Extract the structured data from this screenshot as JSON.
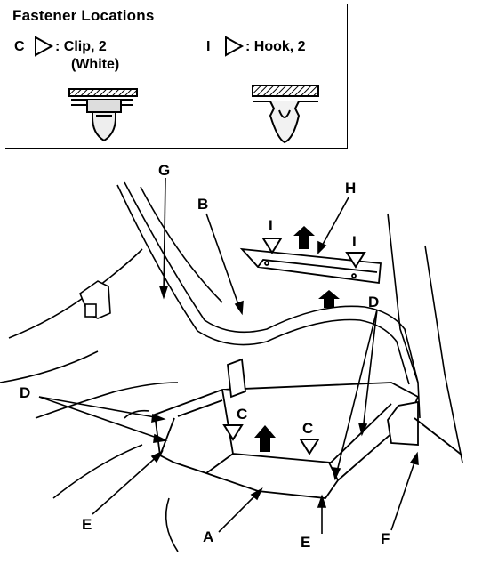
{
  "legend": {
    "title": "Fastener Locations",
    "items": [
      {
        "letter": "C",
        "text": ": Clip, 2",
        "subtext": "(White)"
      },
      {
        "letter": "I",
        "text": ": Hook, 2"
      }
    ]
  },
  "callouts": {
    "a": "A",
    "b": "B",
    "c1": "C",
    "c2": "C",
    "d1": "D",
    "d2": "D",
    "e1": "E",
    "e2": "E",
    "f": "F",
    "g": "G",
    "h": "H",
    "i1": "I",
    "i2": "I"
  }
}
